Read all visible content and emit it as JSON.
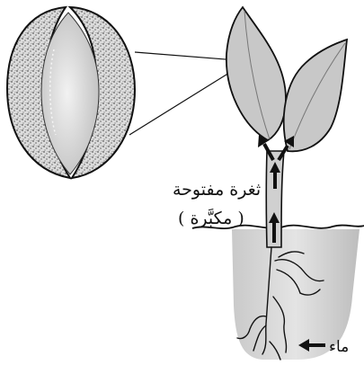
{
  "labels": {
    "stoma_title": "ثغرة مفتوحة",
    "stoma_subtitle": "( مكبَّرة )",
    "water": "ماء"
  },
  "colors": {
    "ink": "#111111",
    "leaf_fill": "#c8c8c8",
    "pot_fill": "#d6d6d6",
    "pore_fill": "#e6e6e6"
  }
}
